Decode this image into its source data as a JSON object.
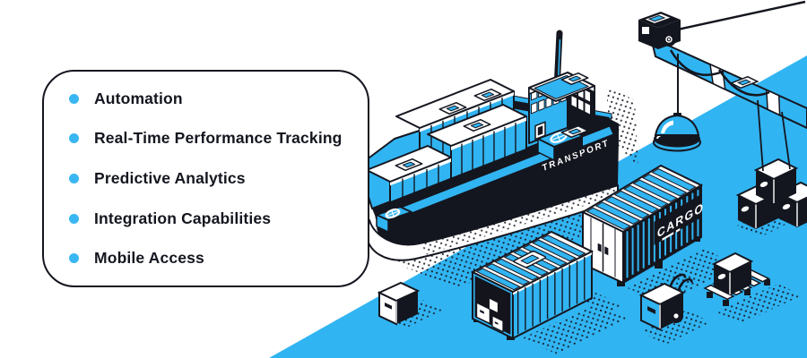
{
  "palette": {
    "accent_cyan": "#31B4F2",
    "bullet_cyan": "#3AB7F3",
    "ink": "#14161F",
    "white": "#FFFFFF"
  },
  "features_card": {
    "items": [
      "Automation",
      "Real-Time Performance Tracking",
      "Predictive Analytics",
      "Integration Capabilities",
      "Mobile Access"
    ]
  },
  "illustration": {
    "ship_label": "TRANSPORT",
    "container_label": "CARGO",
    "elements": [
      "cargo-ship",
      "harbor-crane",
      "lifting-magnet",
      "shipping-containers",
      "cardboard-boxes",
      "pallet",
      "hand-truck"
    ]
  }
}
